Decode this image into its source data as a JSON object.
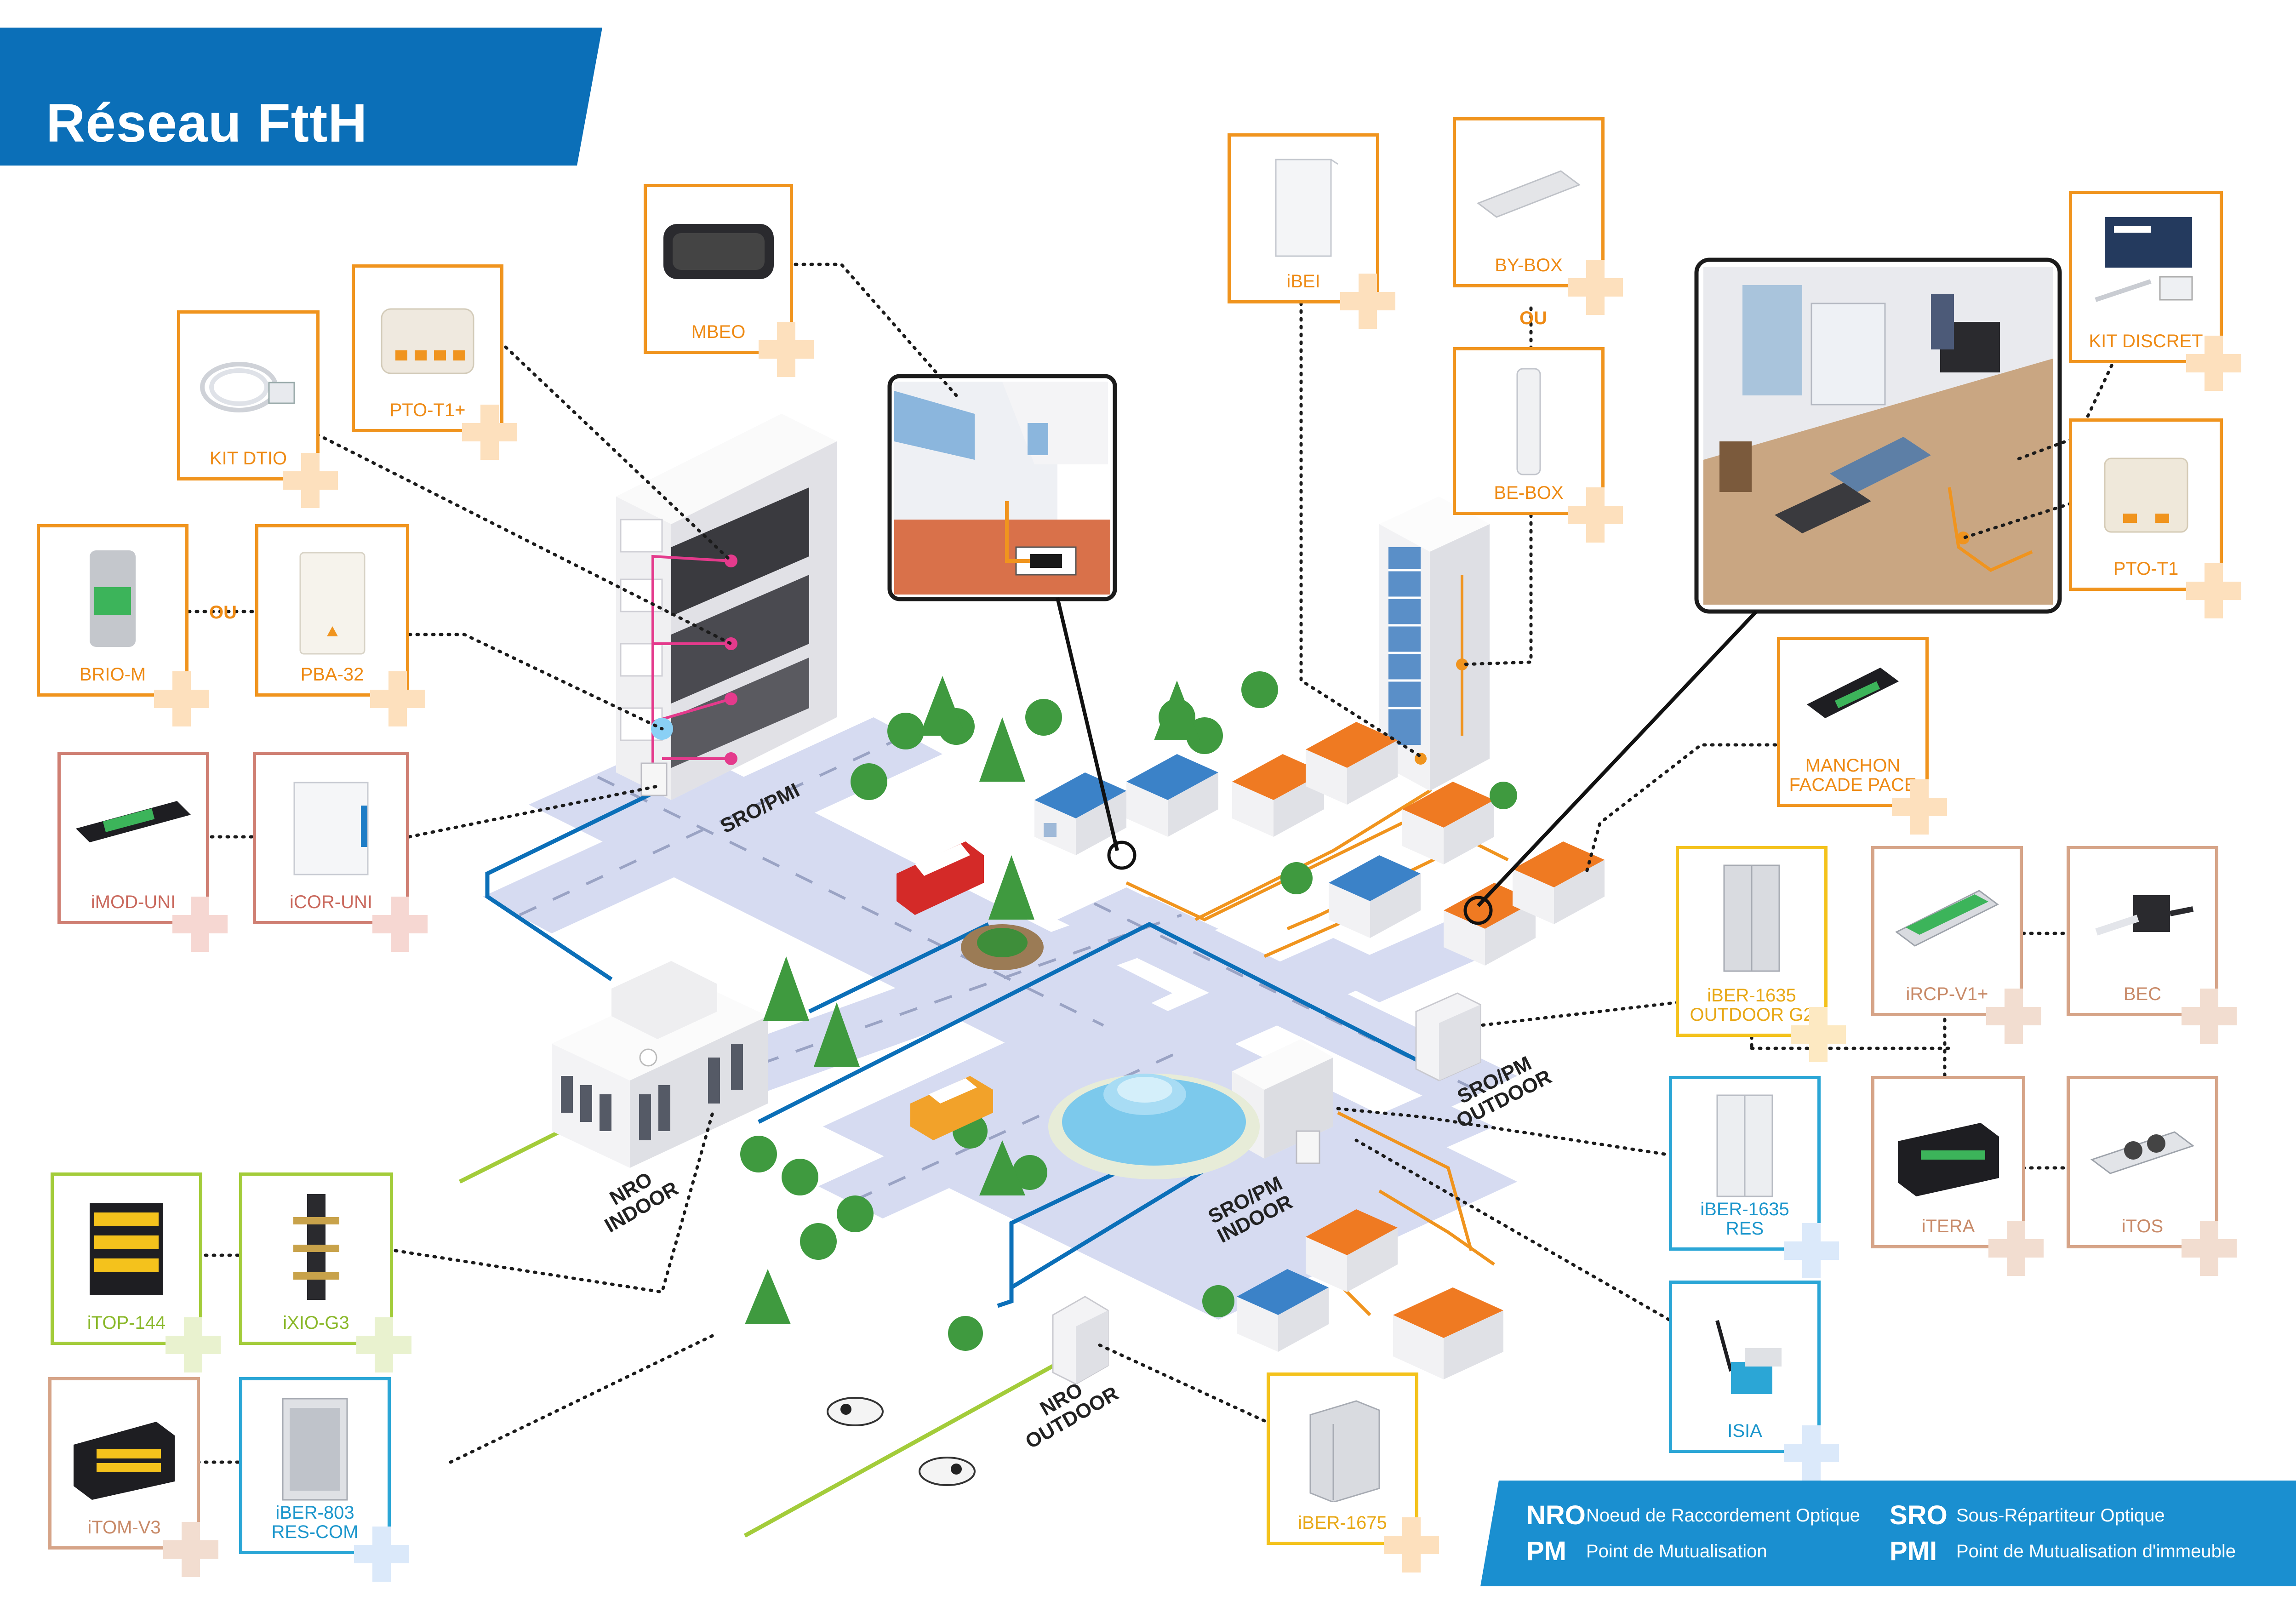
{
  "title": "Réseau FttH",
  "products": {
    "mbeo": "MBEO",
    "pto_t1_plus": "PTO-T1+",
    "kit_dtio": "KIT DTIO",
    "brio_m": "BRIO-M",
    "pba_32": "PBA-32",
    "imod_uni": "iMOD-UNI",
    "icor_uni": "iCOR-UNI",
    "ibei": "iBEI",
    "by_box": "BY-BOX",
    "be_box": "BE-BOX",
    "kit_discret": "KIT DISCRET",
    "pto_t1": "PTO-T1",
    "manchon_line1": "MANCHON",
    "manchon_line2": "FACADE PACE",
    "iber1635_g2_line1": "iBER-1635",
    "iber1635_g2_line2": "OUTDOOR G2",
    "ircp_v1_plus": "iRCP-V1+",
    "bec": "BEC",
    "iber1635_res_line1": "iBER-1635",
    "iber1635_res_line2": "RES",
    "itera": "iTERA",
    "itos": "iTOS",
    "isia": "ISIA",
    "iber1675": "iBER-1675",
    "itop_144": "iTOP-144",
    "ixio_g3": "iXIO-G3",
    "itom_v3": "iTOM-V3",
    "iber803_line1": "iBER-803",
    "iber803_line2": "RES-COM"
  },
  "separators": {
    "ou_brio": "OU",
    "ou_box": "OU"
  },
  "map_labels": {
    "sro_pmi": "SRO/PMI",
    "sro_pm_outdoor_line1": "SRO/PM",
    "sro_pm_outdoor_line2": "OUTDOOR",
    "sro_pm_indoor_line1": "SRO/PM",
    "sro_pm_indoor_line2": "INDOOR",
    "nro_indoor_line1": "NRO",
    "nro_indoor_line2": "INDOOR",
    "nro_outdoor_line1": "NRO",
    "nro_outdoor_line2": "OUTDOOR"
  },
  "legend": {
    "nro_abbr": "NRO",
    "nro_desc": "Noeud de Raccordement Optique",
    "pm_abbr": "PM",
    "pm_desc": "Point de Mutualisation",
    "sro_abbr": "SRO",
    "sro_desc": "Sous-Répartiteur Optique",
    "pmi_abbr": "PMI",
    "pmi_desc": "Point de Mutualisation d'immeuble"
  },
  "colors": {
    "brand_blue": "#0b6fb8",
    "legend_blue": "#1a8fd0",
    "fiber_orange": "#f0941e",
    "network_blue": "#0b6fb8",
    "backbone_green": "#a3cc3a",
    "road": "#d5daf0"
  }
}
